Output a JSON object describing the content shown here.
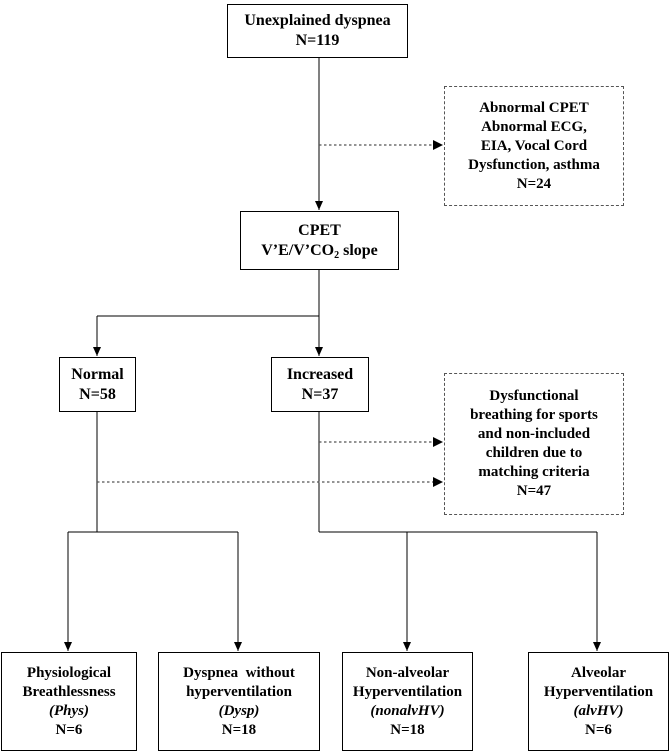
{
  "nodes": {
    "root": {
      "title": "Unexplained dyspnea",
      "count": "N=119"
    },
    "excluded_top": {
      "lines": [
        "Abnormal CPET",
        "Abnormal ECG,",
        "EIA, Vocal Cord",
        "Dysfunction, asthma"
      ],
      "count": "N=24"
    },
    "cpet": {
      "title": "CPET",
      "slope_prefix": "V’E/V’CO",
      "slope_sub": "2",
      "slope_suffix": " slope"
    },
    "normal": {
      "title": "Normal",
      "count": "N=58"
    },
    "increased": {
      "title": "Increased",
      "count": "N=37"
    },
    "excluded_mid": {
      "lines": [
        "Dysfunctional",
        "breathing for sports",
        "and non-included",
        "children due to",
        "matching criteria"
      ],
      "count": "N=47"
    },
    "phys": {
      "line1": "Physiological",
      "line2": "Breathlessness",
      "abbr": "(Phys)",
      "count": "N=6"
    },
    "dysp": {
      "line1": "Dyspnea  without",
      "line2": "hyperventilation",
      "abbr": "(Dysp)",
      "count": "N=18"
    },
    "nonalv": {
      "line1": "Non-alveolar",
      "line2": "Hyperventilation",
      "abbr": "(nonalvHV)",
      "count": "N=18"
    },
    "alv": {
      "line1": "Alveolar",
      "line2": "Hyperventilation",
      "abbr": "(alvHV)",
      "count": "N=6"
    }
  },
  "colors": {
    "line": "#000000",
    "dotted_line": "#555555",
    "box_border": "#000000",
    "background": "#ffffff"
  }
}
